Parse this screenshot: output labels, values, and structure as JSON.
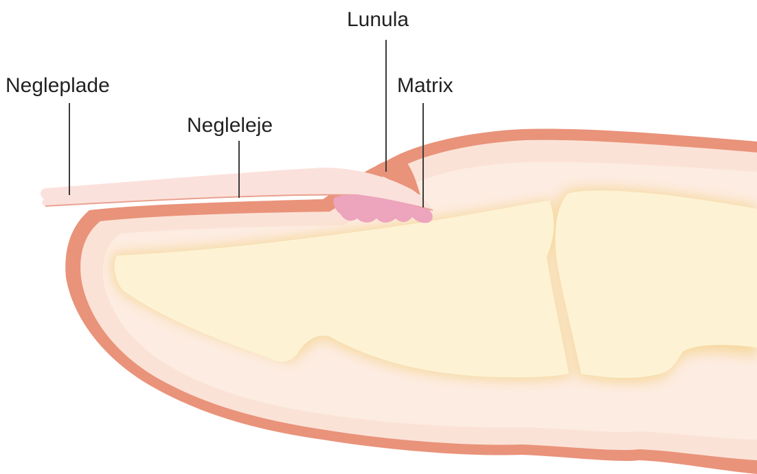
{
  "labels": {
    "nail_plate": "Negleplade",
    "nail_bed": "Negleleje",
    "lunula": "Lunula",
    "matrix": "Matrix"
  },
  "colors": {
    "skin_outline": "#e9937a",
    "skin_fill": "#fbe2d6",
    "skin_inner": "#fdece2",
    "bone": "#fdf3d4",
    "bone_halo": "#f6d9a0",
    "nail_plate": "#fbe1dc",
    "matrix": "#eda4bd",
    "leader": "#3a3a3a",
    "text": "#222222"
  }
}
